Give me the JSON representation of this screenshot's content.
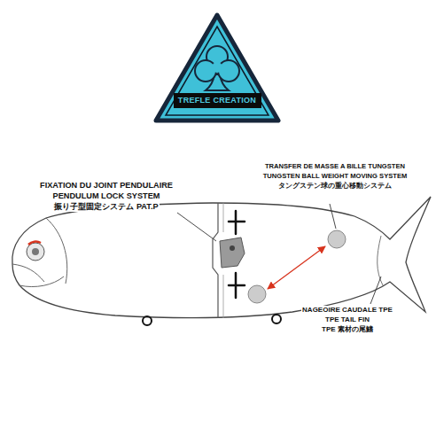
{
  "diagram": {
    "nodes": [
      {
        "text": [
          "TREFLE CREATION"
        ]
      }
    ],
    "labels": [
      "FIXATION DU JOINT PENDULAIRE",
      "PENDULUM LOCK SYSTEM",
      "振り子型固定システム PAT.P",
      "TRANSFER DE MASSE A BILLE TUNGSTEN",
      "TUNGSTEN BALL WEIGHT MOVING SYSTEM",
      "タングステン球の重心移動システム",
      "NAGEOIRE CAUDALE TPE",
      "TPE TAIL FIN",
      "TPE 素材の尾鰭"
    ]
  }
}
